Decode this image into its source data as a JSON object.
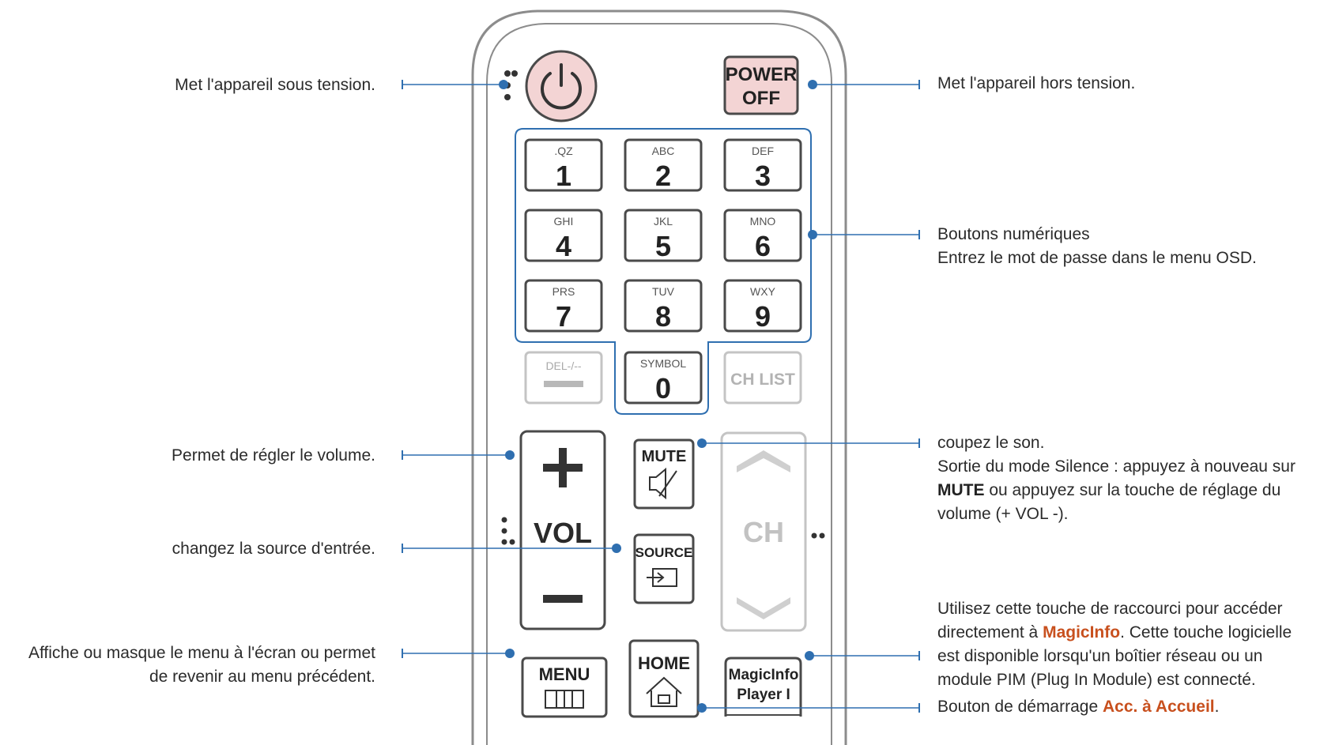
{
  "remote": {
    "power_off": {
      "line1": "POWER",
      "line2": "OFF"
    },
    "number_keys": [
      {
        "letters": ".QZ",
        "number": "1"
      },
      {
        "letters": "ABC",
        "number": "2"
      },
      {
        "letters": "DEF",
        "number": "3"
      },
      {
        "letters": "GHI",
        "number": "4"
      },
      {
        "letters": "JKL",
        "number": "5"
      },
      {
        "letters": "MNO",
        "number": "6"
      },
      {
        "letters": "PRS",
        "number": "7"
      },
      {
        "letters": "TUV",
        "number": "8"
      },
      {
        "letters": "WXY",
        "number": "9"
      }
    ],
    "del_key": "DEL-/--",
    "symbol_key": {
      "label": "SYMBOL",
      "number": "0"
    },
    "ch_list_key": "CH LIST",
    "vol_label": "VOL",
    "ch_label": "CH",
    "mute_label": "MUTE",
    "source_label": "SOURCE",
    "menu_label": "MENU",
    "home_label": "HOME",
    "magicinfo": {
      "line1": "MagicInfo",
      "line2": "Player I"
    }
  },
  "callouts": {
    "power_on": "Met l'appareil sous tension.",
    "power_off": "Met l'appareil hors tension.",
    "numeric": {
      "line1": "Boutons numériques",
      "line2": "Entrez le mot de passe dans le menu OSD."
    },
    "volume": "Permet de régler le volume.",
    "source": "changez la source d'entrée.",
    "menu": {
      "line1": "Affiche ou masque le menu à l'écran ou permet",
      "line2": "de revenir au menu précédent."
    },
    "mute": {
      "line1": "coupez le son.",
      "line2": "Sortie du mode Silence : appuyez à nouveau sur",
      "line3_bold": "MUTE",
      "line3_rest": " ou appuyez sur la touche de réglage du",
      "line4": "volume (+  VOL  -)."
    },
    "magicinfo": {
      "line1": "Utilisez cette touche de raccourci pour accéder",
      "line2_pre": "directement à ",
      "line2_accent": "MagicInfo",
      "line2_post": ". Cette touche logicielle",
      "line3": "est disponible lorsqu'un boîtier réseau ou un",
      "line4": "module PIM (Plug In Module) est connecté."
    },
    "home": {
      "pre": "Bouton de démarrage ",
      "accent": "Acc. à Accueil",
      "post": "."
    }
  },
  "colors": {
    "leader": "#2f6fb0",
    "power_fill": "#f3d4d4",
    "accent": "#c8501e",
    "outline": "#555555"
  }
}
